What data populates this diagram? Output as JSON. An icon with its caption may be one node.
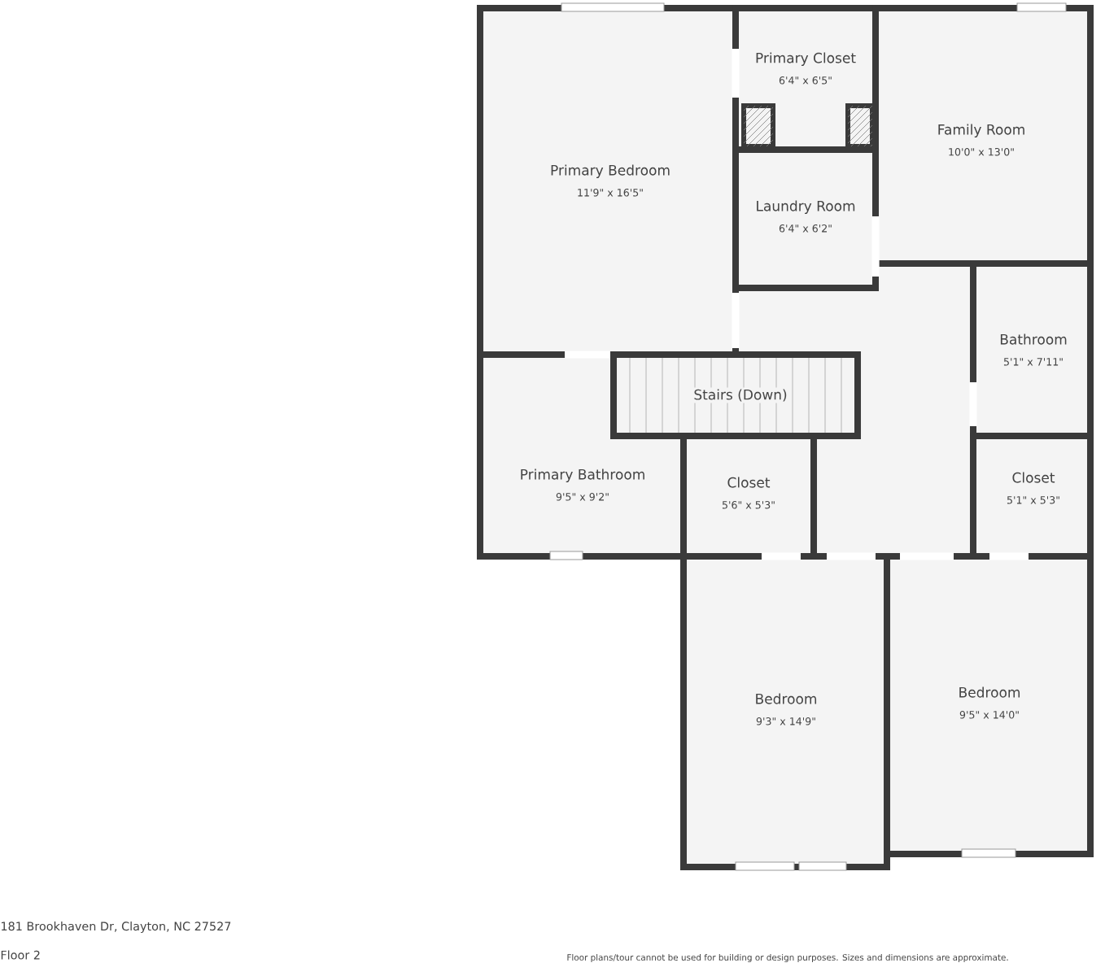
{
  "diagram": {
    "nodes": [
      {
        "text": [
          "Primary Bedroom",
          "11'9\" x 16'5\""
        ]
      },
      {
        "text": [
          "Primary Closet",
          "6'4\" x 6'5\""
        ]
      },
      {
        "text": [
          "Laundry Room",
          "6'4\" x 6'2\""
        ]
      },
      {
        "text": [
          "Family Room",
          "10'0\" x 13'0\""
        ]
      },
      {
        "text": [
          "Bathroom",
          "5'1\" x 7'11\""
        ]
      },
      {
        "text": [
          "Stairs (Down)"
        ]
      },
      {
        "text": [
          "Primary Bathroom",
          "9'5\" x 9'2\""
        ]
      },
      {
        "text": [
          "Closet",
          "5'6\" x 5'3\""
        ]
      },
      {
        "text": [
          "Closet",
          "5'1\" x 5'3\""
        ]
      },
      {
        "text": [
          "Bedroom",
          "9'3\" x 14'9\""
        ]
      },
      {
        "text": [
          "Bedroom",
          "9'5\" x 14'0\""
        ]
      }
    ],
    "labels": [
      "181 Brookhaven Dr, Clayton, NC 27527",
      "Floor 2",
      "Floor plans/tour cannot be used for building or design purposes. Sizes and dimensions are approximate."
    ]
  }
}
